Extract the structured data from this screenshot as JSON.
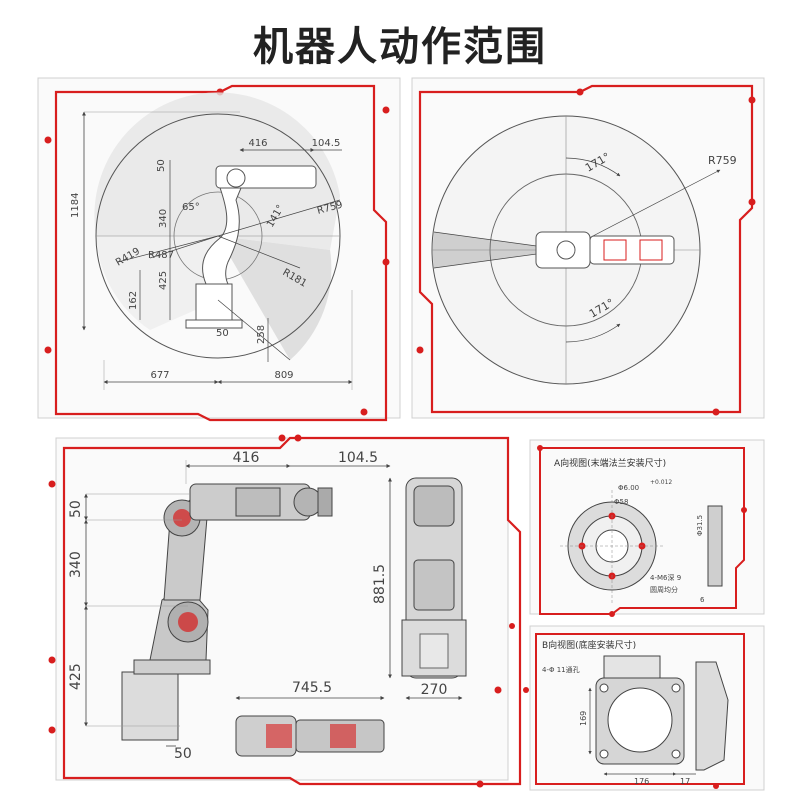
{
  "title": "机器人动作范围",
  "colors": {
    "accent": "#d81e1e",
    "line": "#555555",
    "light": "#bdbdbd"
  },
  "panel_side": {
    "dims": {
      "d416": "416",
      "d1045": "104.5",
      "d50": "50",
      "d1184": "1184",
      "d340": "340",
      "d65": "65°",
      "d141": "141°",
      "r759": "R759",
      "r419": "R419",
      "r487": "R487",
      "r181": "R181",
      "d425": "425",
      "d162": "162",
      "d50b": "50",
      "d258": "258",
      "d677": "677",
      "d809": "809"
    }
  },
  "panel_top": {
    "dims": {
      "a171a": "171°",
      "r759": "R759",
      "a171b": "171°"
    }
  },
  "panel_robot": {
    "dims": {
      "d416": "416",
      "d1045": "104.5",
      "d50": "50",
      "d340": "340",
      "d425": "425",
      "d50b": "50",
      "d8815": "881.5",
      "d7455": "745.5",
      "d270": "270"
    }
  },
  "panel_a": {
    "heading": "A向视图(末端法兰安装尺寸)",
    "dims": {
      "phi6": "Φ6.00",
      "tol": "+0.012",
      "phi58": "Φ58",
      "phi31": "Φ31.5",
      "holes": "4-M6深 9",
      "even": "圆周均分",
      "d6": "6"
    }
  },
  "panel_b": {
    "heading": "B向视图(底座安装尺寸)",
    "dims": {
      "holes": "4-Φ 11通孔",
      "d169": "169",
      "d176": "176",
      "d17": "17"
    }
  }
}
